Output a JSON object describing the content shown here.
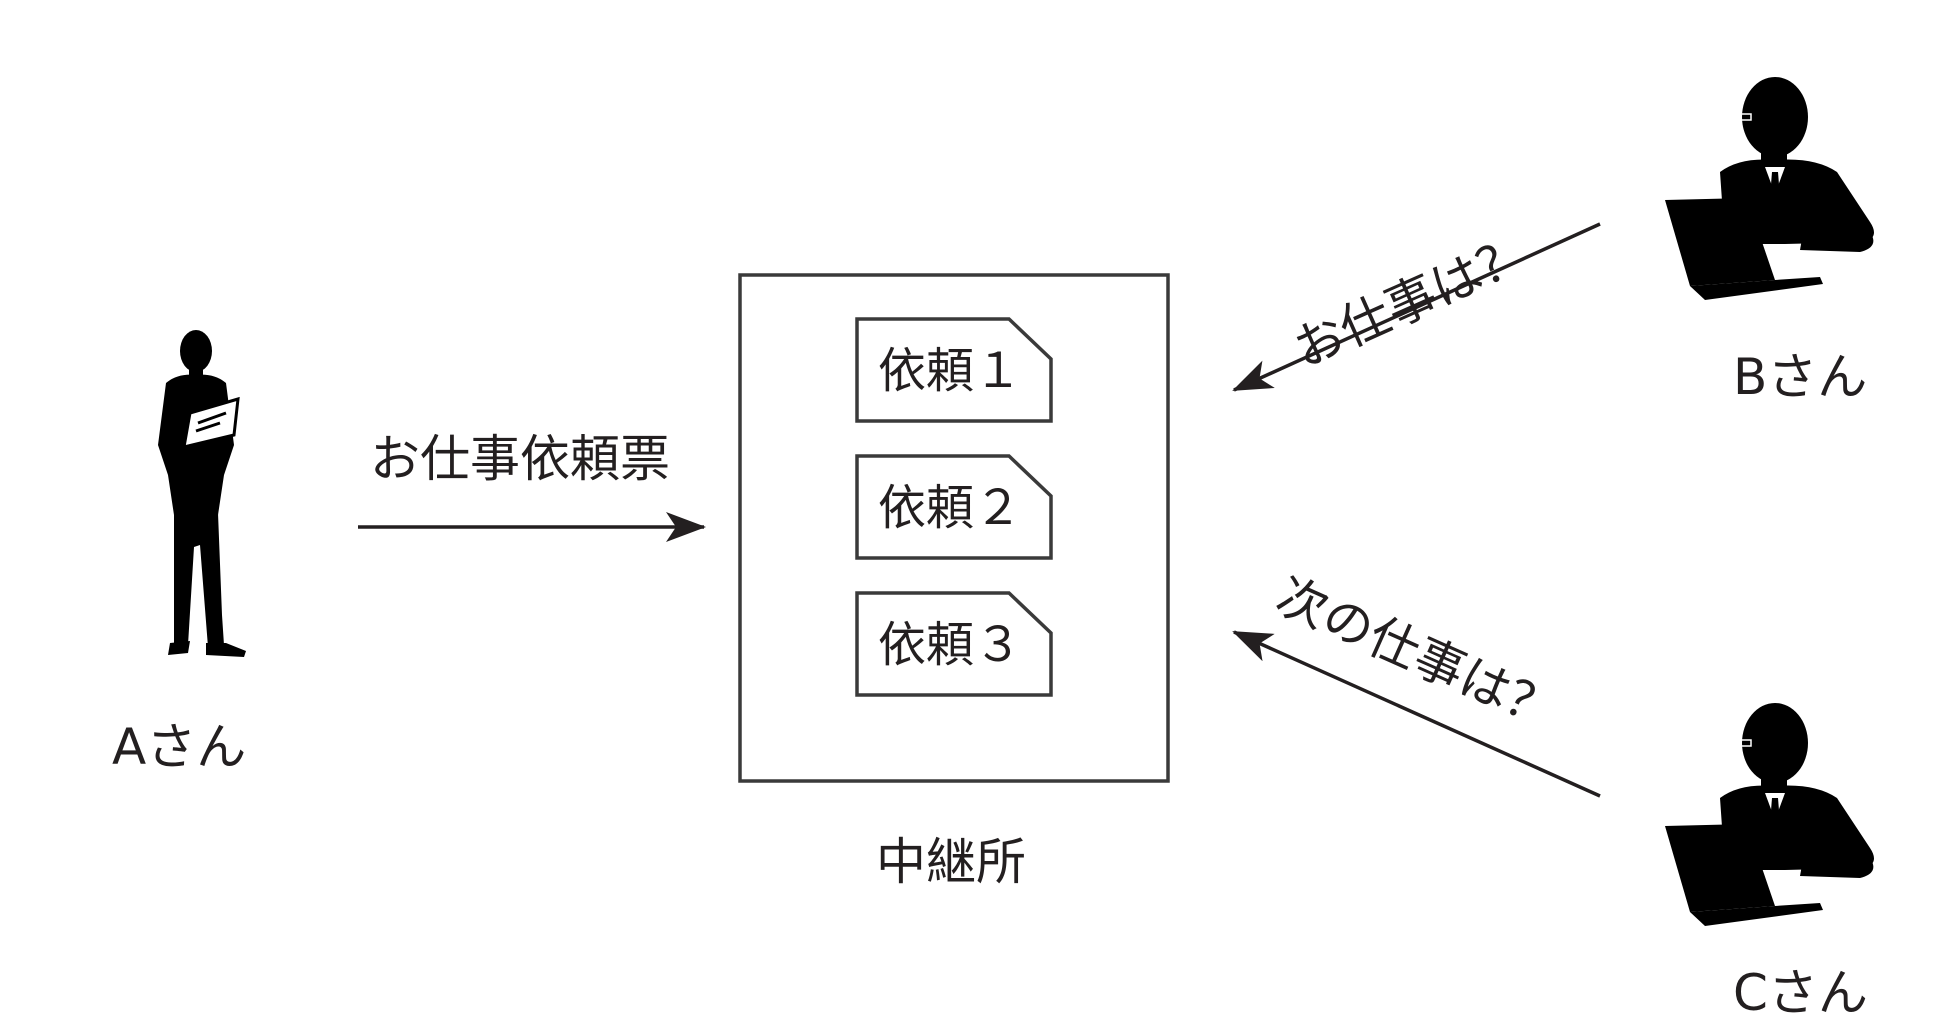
{
  "person_a": {
    "label": "Aさん",
    "icon": "standing-person-with-tablet-icon"
  },
  "person_b": {
    "label": "Bさん",
    "icon": "person-at-laptop-icon"
  },
  "person_c": {
    "label": "Cさん",
    "icon": "person-at-laptop-icon"
  },
  "arrow_a": {
    "label": "お仕事依頼票"
  },
  "arrow_b": {
    "label": "お仕事は？"
  },
  "arrow_c": {
    "label": "次の仕事は？"
  },
  "hub": {
    "label": "中継所",
    "documents": [
      {
        "label": "依頼１"
      },
      {
        "label": "依頼２"
      },
      {
        "label": "依頼３"
      }
    ]
  },
  "colors": {
    "ink": "#231f20",
    "frame": "#3a3a3a",
    "background": "#ffffff"
  }
}
